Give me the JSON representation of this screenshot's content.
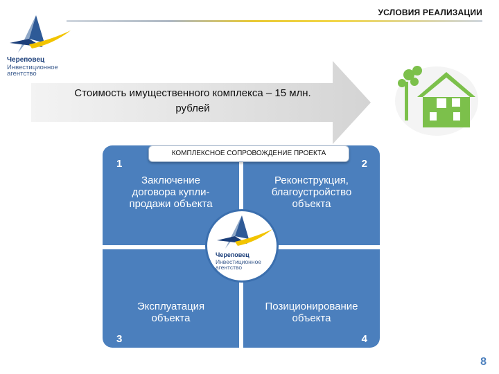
{
  "header": {
    "title": "УСЛОВИЯ РЕАЛИЗАЦИИ"
  },
  "logo": {
    "name": "Череповец",
    "subtitle_line1": "Инвестиционное",
    "subtitle_line2": "агентство"
  },
  "banner": {
    "text_line1": "Стоимость имущественного комплекса – 15 млн.",
    "text_line2": "рублей"
  },
  "project_label": "КОМПЛЕКСНОЕ СОПРОВОЖДЕНИЕ ПРОЕКТА",
  "quadrants": [
    {
      "number": "1",
      "line1": "Заключение",
      "line2": "договора купли-",
      "line3": "продажи объекта"
    },
    {
      "number": "2",
      "line1": "Реконструкция,",
      "line2": "благоустройство",
      "line3": "объекта"
    },
    {
      "number": "3",
      "line1": "Эксплуатация",
      "line2": "объекта"
    },
    {
      "number": "4",
      "line1": "Позиционирование",
      "line2": "объекта"
    }
  ],
  "page_number": "8",
  "colors": {
    "panel_blue": "#4b7fbd",
    "arrow_gray": "#d9d9d9",
    "house_green": "#7cc04b",
    "logo_navy": "#1c3f7a",
    "logo_yellow": "#f2c400"
  },
  "icons": [
    "logo-mark-icon",
    "house-tree-icon"
  ]
}
